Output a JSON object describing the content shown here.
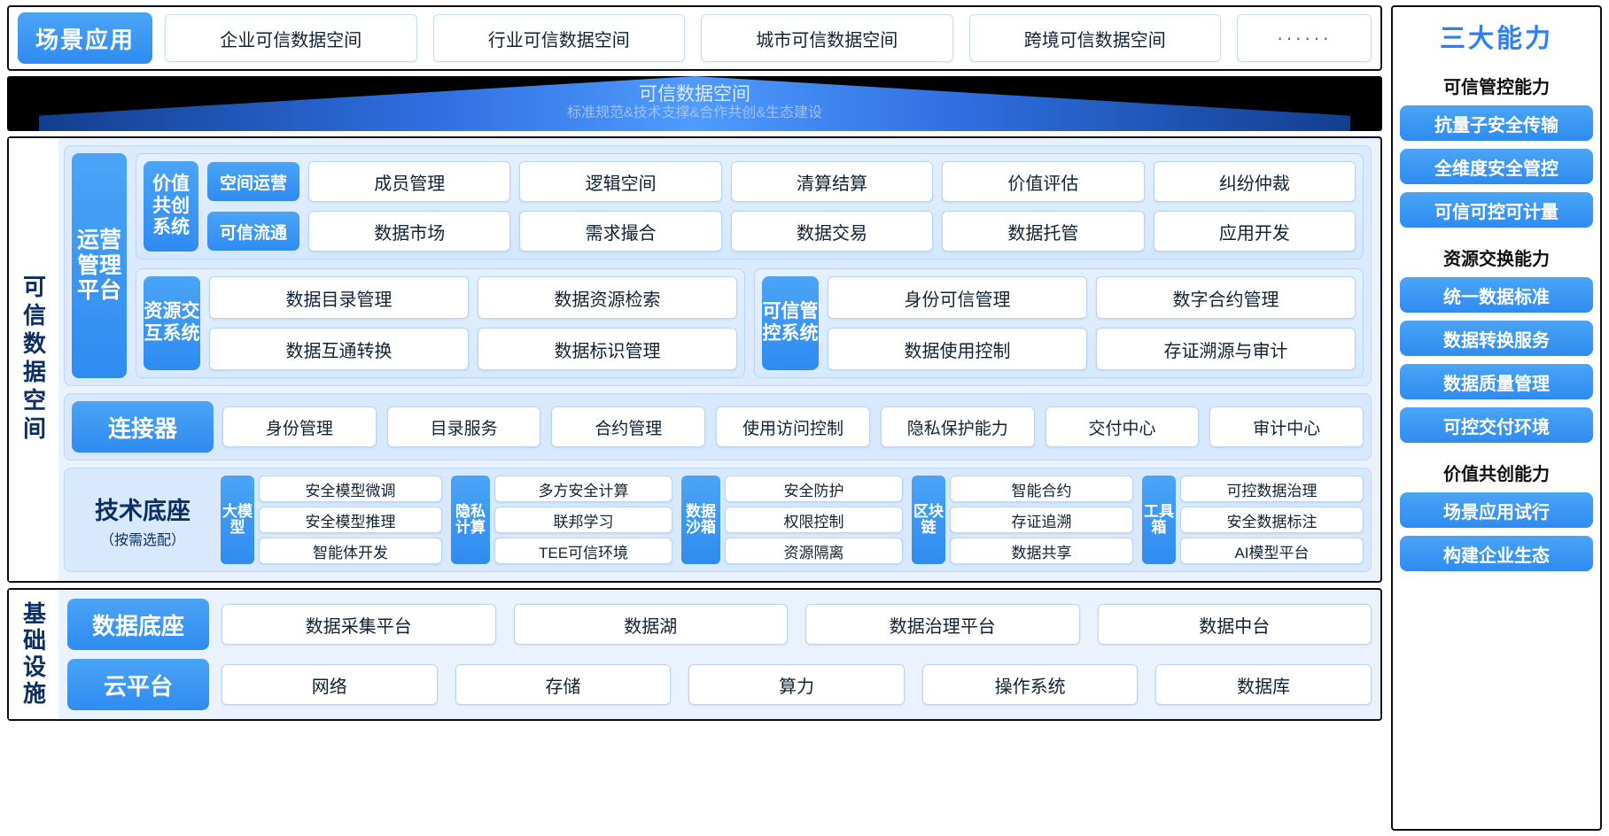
{
  "scene": {
    "title": "场景应用",
    "items": [
      "企业可信数据空间",
      "行业可信数据空间",
      "城市可信数据空间",
      "跨境可信数据空间",
      "······"
    ]
  },
  "banner": {
    "line1": "可信数据空间",
    "line2": "标准规范&技术支撑&合作共创&生态建设"
  },
  "platform": {
    "side_title": "可信数据空间",
    "ops_label": "运营管理平台",
    "value_group": {
      "label": "价值共创系统",
      "rows": [
        {
          "tag": "空间运营",
          "items": [
            "成员管理",
            "逻辑空间",
            "清算结算",
            "价值评估",
            "纠纷仲裁"
          ]
        },
        {
          "tag": "可信流通",
          "items": [
            "数据市场",
            "需求撮合",
            "数据交易",
            "数据托管",
            "应用开发"
          ]
        }
      ]
    },
    "resource_group": {
      "label": "资源交互系统",
      "rows": [
        [
          "数据目录管理",
          "数据资源检索"
        ],
        [
          "数据互通转换",
          "数据标识管理"
        ]
      ]
    },
    "control_group": {
      "label": "可信管控系统",
      "rows": [
        [
          "身份可信管理",
          "数字合约管理"
        ],
        [
          "数据使用控制",
          "存证溯源与审计"
        ]
      ]
    },
    "connector": {
      "label": "连接器",
      "items": [
        "身份管理",
        "目录服务",
        "合约管理",
        "使用访问控制",
        "隐私保护能力",
        "交付中心",
        "审计中心"
      ]
    },
    "tech": {
      "title": "技术底座",
      "subtitle": "（按需选配）",
      "groups": [
        {
          "name": "大模型",
          "items": [
            "安全模型微调",
            "安全模型推理",
            "智能体开发"
          ]
        },
        {
          "name": "隐私计算",
          "items": [
            "多方安全计算",
            "联邦学习",
            "TEE可信环境"
          ]
        },
        {
          "name": "数据沙箱",
          "items": [
            "安全防护",
            "权限控制",
            "资源隔离"
          ]
        },
        {
          "name": "区块链",
          "items": [
            "智能合约",
            "存证追溯",
            "数据共享"
          ]
        },
        {
          "name": "工具箱",
          "items": [
            "可控数据治理",
            "安全数据标注",
            "AI模型平台"
          ]
        }
      ]
    }
  },
  "infra": {
    "side_title": "基础设施",
    "rows": [
      {
        "label": "数据底座",
        "items": [
          "数据采集平台",
          "数据湖",
          "数据治理平台",
          "数据中台"
        ]
      },
      {
        "label": "云平台",
        "items": [
          "网络",
          "存储",
          "算力",
          "操作系统",
          "数据库"
        ]
      }
    ]
  },
  "capabilities": {
    "title": "三大能力",
    "groups": [
      {
        "heading": "可信管控能力",
        "items": [
          "抗量子安全传输",
          "全维度安全管控",
          "可信可控可计量"
        ]
      },
      {
        "heading": "资源交换能力",
        "items": [
          "统一数据标准",
          "数据转换服务",
          "数据质量管理",
          "可控交付环境"
        ]
      },
      {
        "heading": "价值共创能力",
        "items": [
          "场景应用试行",
          "构建企业生态"
        ]
      }
    ]
  },
  "colors": {
    "accent": "#2f8bf0",
    "dark": "#0b0f14",
    "panel": "#eaf2fd"
  }
}
